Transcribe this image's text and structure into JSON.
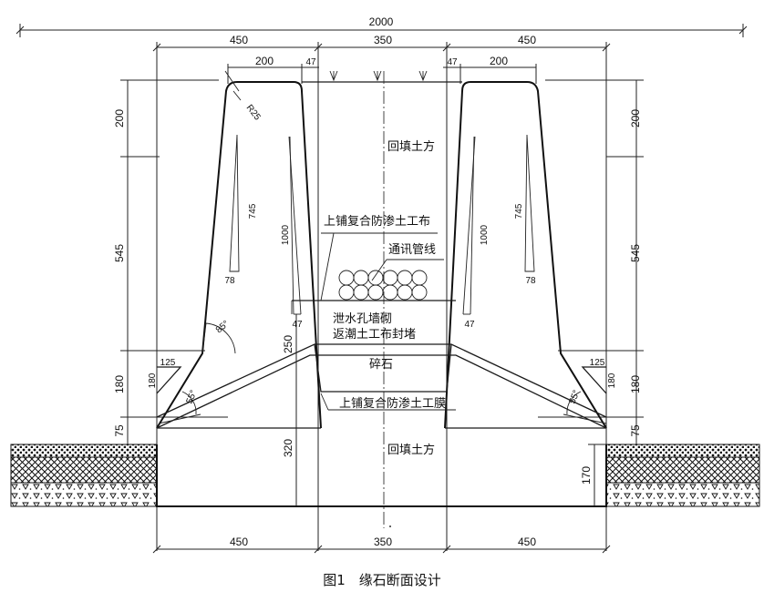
{
  "caption": "图1　缘石断面设计",
  "labels": {
    "backfill_top": "回填土方",
    "geotextile_top": "上铺复合防渗土工布",
    "conduit": "通讯管线",
    "drain_wall": "泄水孔墙砌",
    "wicking_seal": "返潮土工布封堵",
    "gravel": "碎石",
    "membrane": "上铺复合防渗土工膜",
    "backfill_bottom": "回填土方"
  },
  "dimensions": {
    "overall": "2000",
    "top_left": "450",
    "top_mid": "350",
    "top_right": "450",
    "left_200": "200",
    "left_47": "47",
    "right_47": "47",
    "right_200": "200",
    "left_v_200": "200",
    "left_v_545": "545",
    "left_v_180": "180",
    "left_v_75": "75",
    "right_v_200": "200",
    "right_v_545": "545",
    "right_v_180": "180",
    "right_v_75": "75",
    "radius": "R25",
    "left_745": "745",
    "right_745": "745",
    "left_1000": "1000",
    "right_1000": "1000",
    "left_78": "78",
    "right_78": "78",
    "left_47b": "47",
    "right_47b": "47",
    "angle_85": "85°",
    "left_125": "125",
    "right_125": "125",
    "left_180s": "180",
    "right_180s": "180",
    "left_55": "55°",
    "right_55": "55°",
    "v_250": "250",
    "v_320": "320",
    "v_170": "170",
    "bottom_left": "450",
    "bottom_mid": "350",
    "bottom_right": "450"
  }
}
